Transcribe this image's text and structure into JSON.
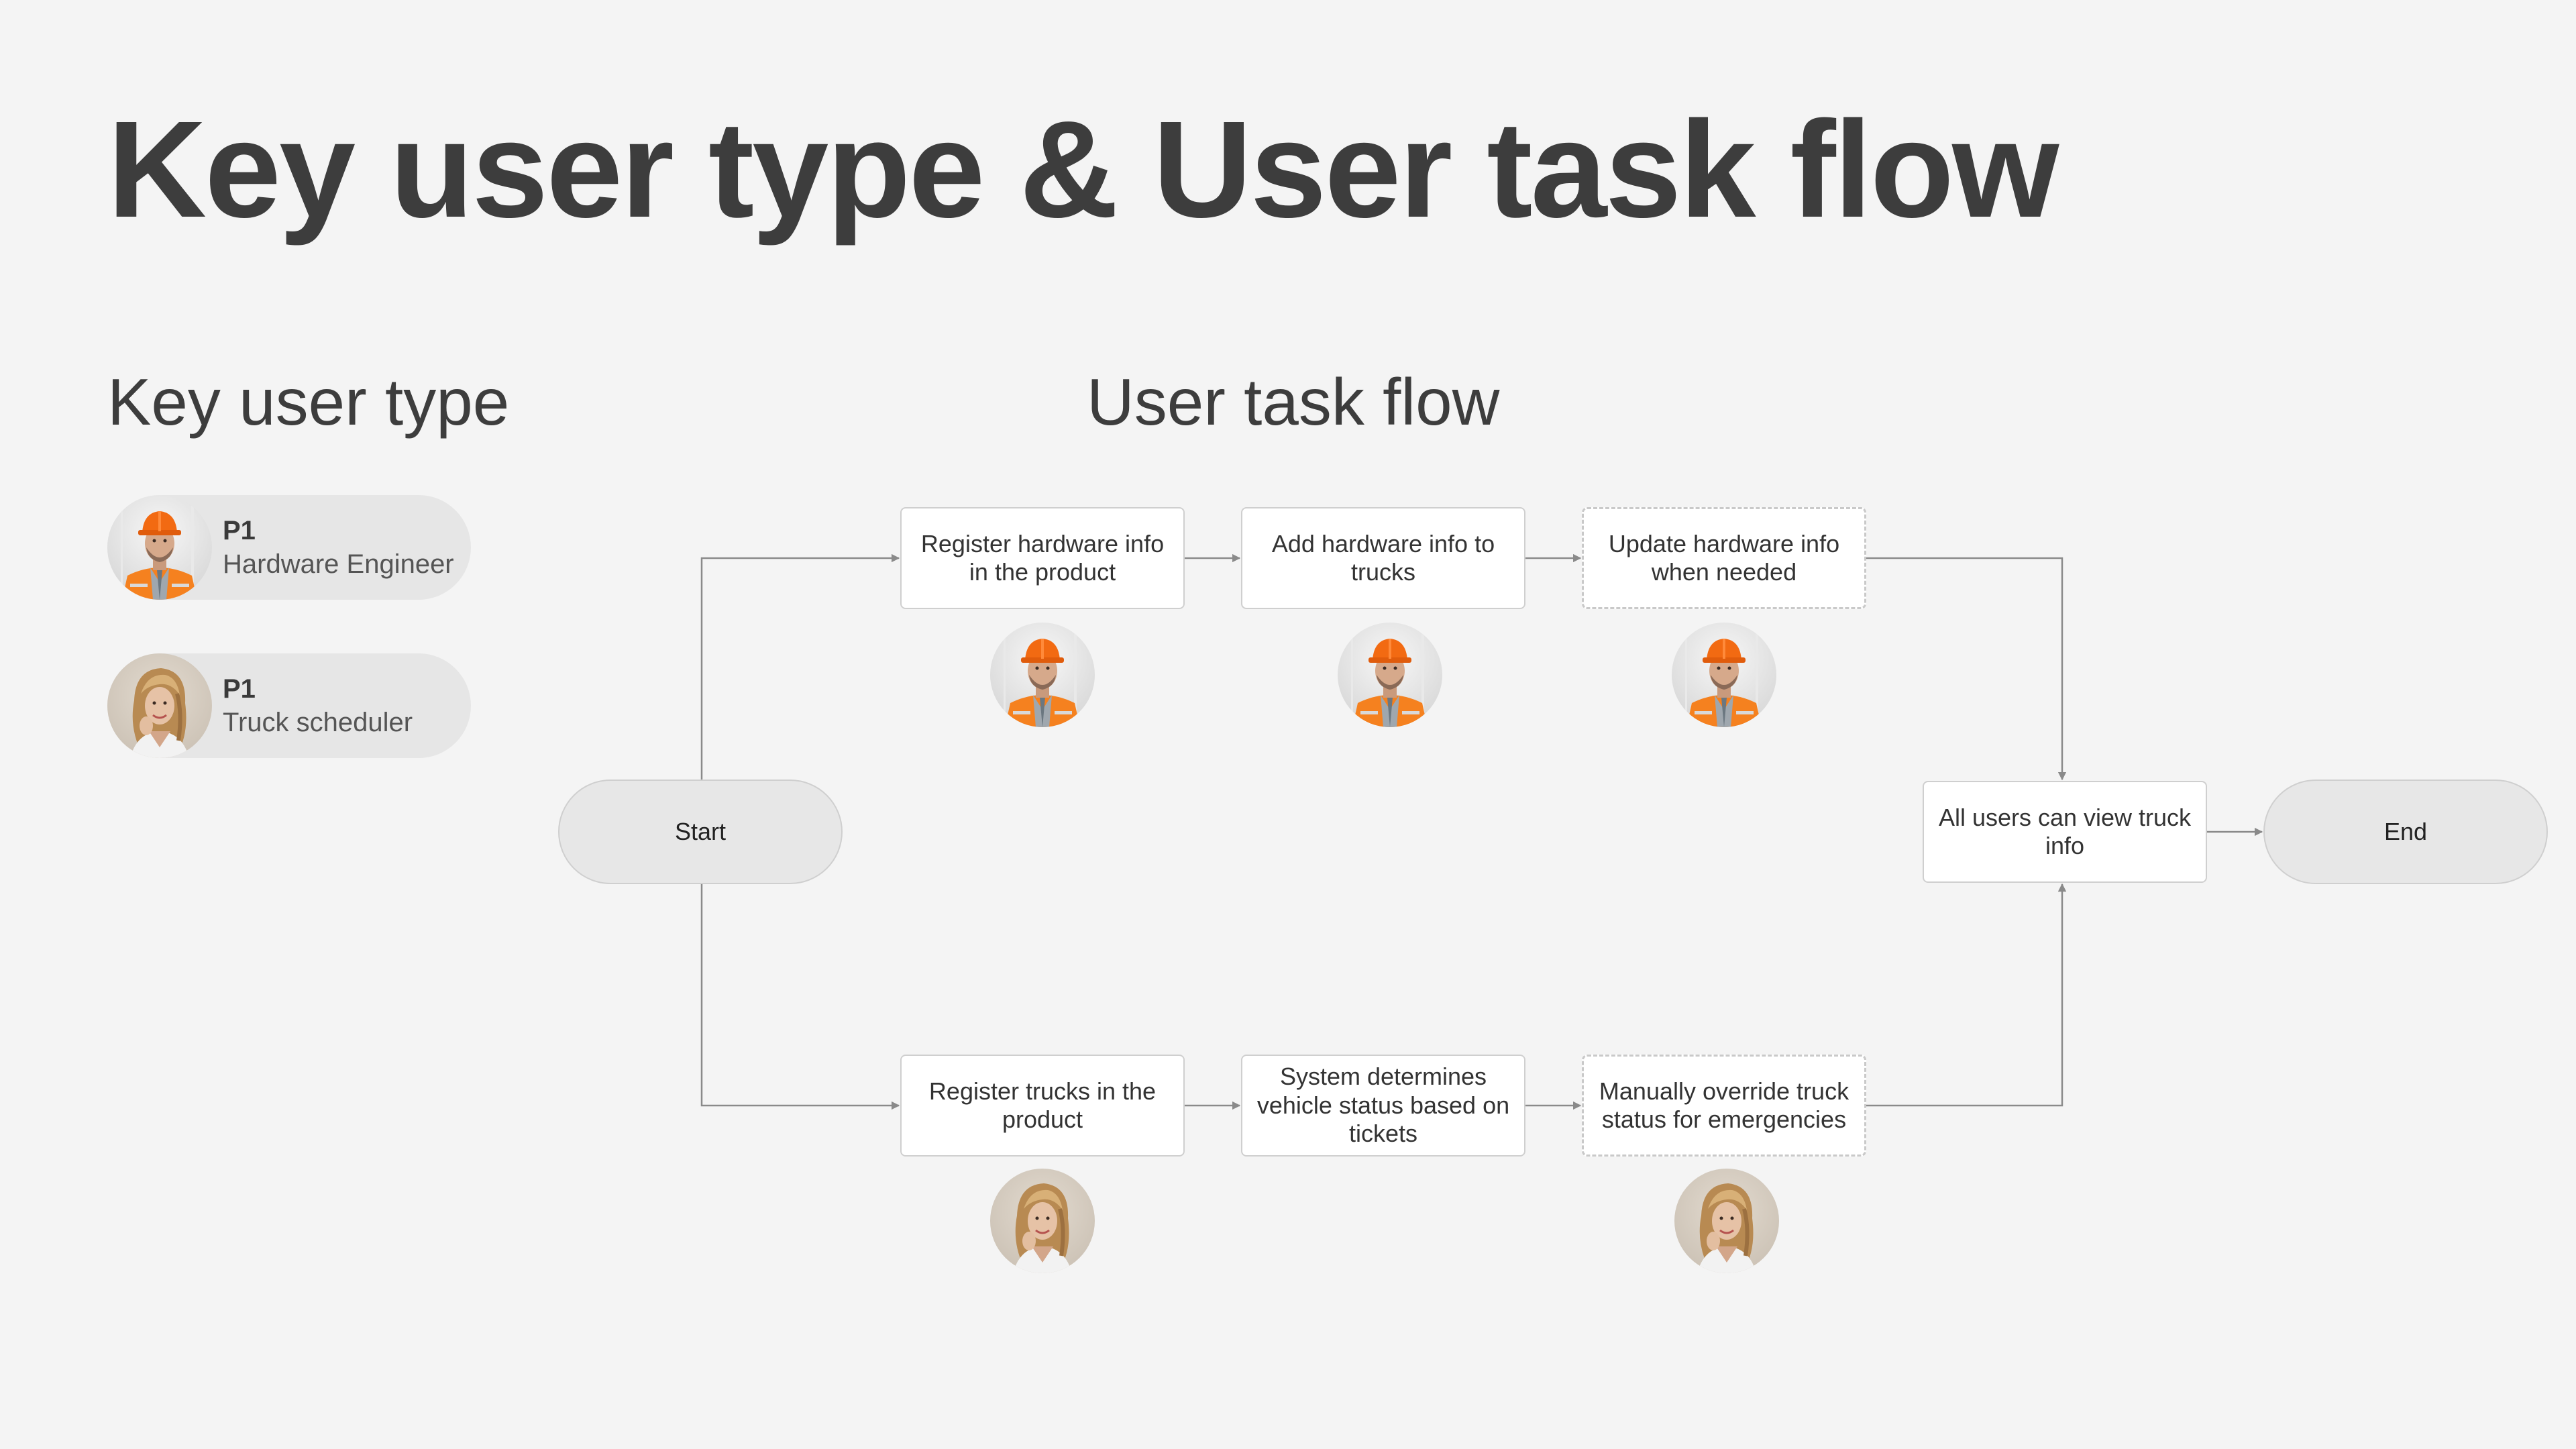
{
  "title": "Key user type & User task flow",
  "key_user_type": {
    "heading": "Key user type",
    "users": [
      {
        "tag": "P1",
        "role": "Hardware Engineer",
        "avatar": "hardware-engineer-avatar"
      },
      {
        "tag": "P1",
        "role": "Truck scheduler",
        "avatar": "truck-scheduler-avatar"
      }
    ]
  },
  "task_flow": {
    "heading": "User task flow",
    "start": "Start",
    "end": "End",
    "top_steps": [
      {
        "label": "Register hardware info in the product",
        "style": "solid",
        "actor": "hardware-engineer"
      },
      {
        "label": "Add hardware info to trucks",
        "style": "solid",
        "actor": "hardware-engineer"
      },
      {
        "label": "Update hardware info when needed",
        "style": "dashed",
        "actor": "hardware-engineer"
      }
    ],
    "bottom_steps": [
      {
        "label": "Register trucks in the product",
        "style": "solid",
        "actor": "truck-scheduler"
      },
      {
        "label": "System determines vehicle status based on tickets",
        "style": "solid",
        "actor": "none"
      },
      {
        "label": "Manually override truck status for emergencies",
        "style": "dashed",
        "actor": "truck-scheduler"
      }
    ],
    "merge_step": "All users can view truck info"
  },
  "colors": {
    "background": "#f4f4f4",
    "pill": "#e6e6e6",
    "connector": "#8a8a8a",
    "hardhat": "#f26a12",
    "vest": "#f5811f"
  }
}
